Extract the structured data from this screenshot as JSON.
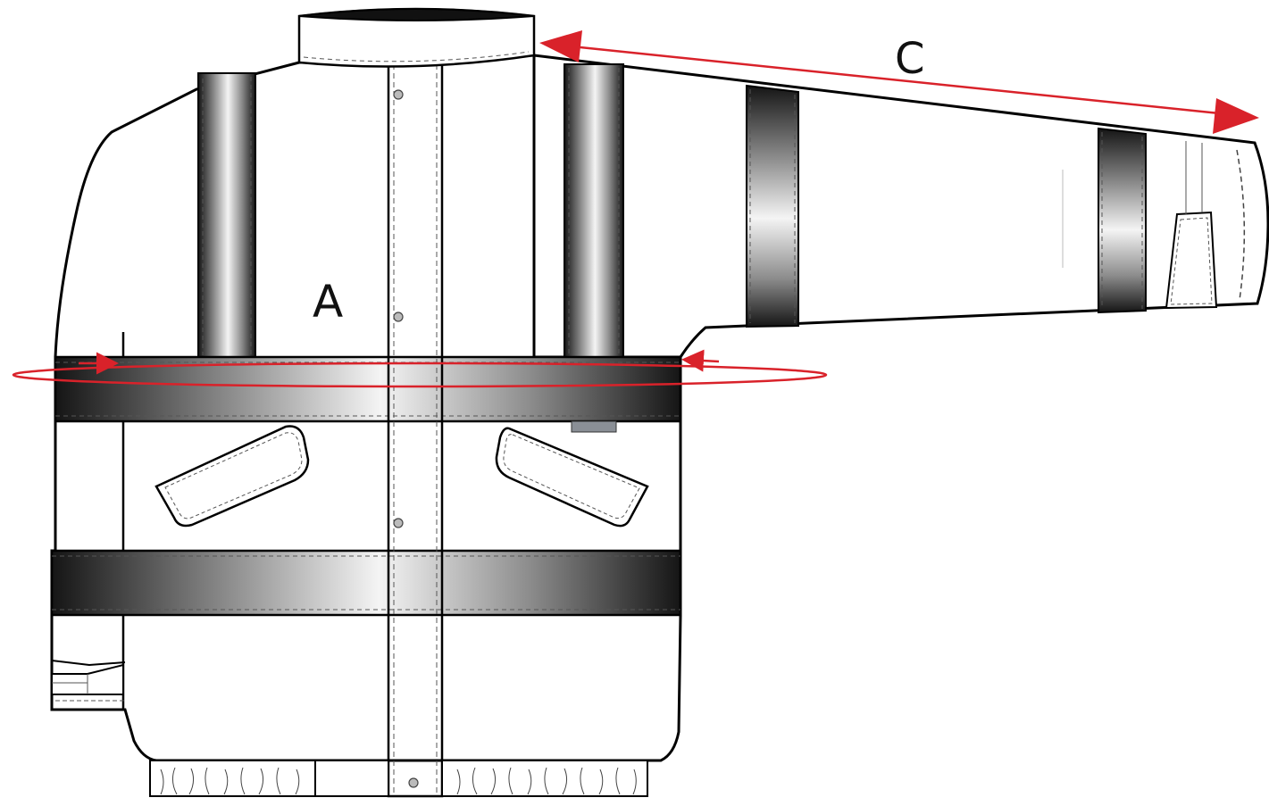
{
  "labels": {
    "a": "A",
    "c": "C"
  },
  "colors": {
    "outline": "#000000",
    "measure": "#d9222a",
    "tape_dark": "#151515",
    "tape_light": "#f4f4f4",
    "fabric": "#ffffff",
    "tab": "#8a8f96"
  },
  "icons": {
    "chest-measure": "ellipse-with-arrows",
    "sleeve-measure": "double-headed-arrow"
  }
}
